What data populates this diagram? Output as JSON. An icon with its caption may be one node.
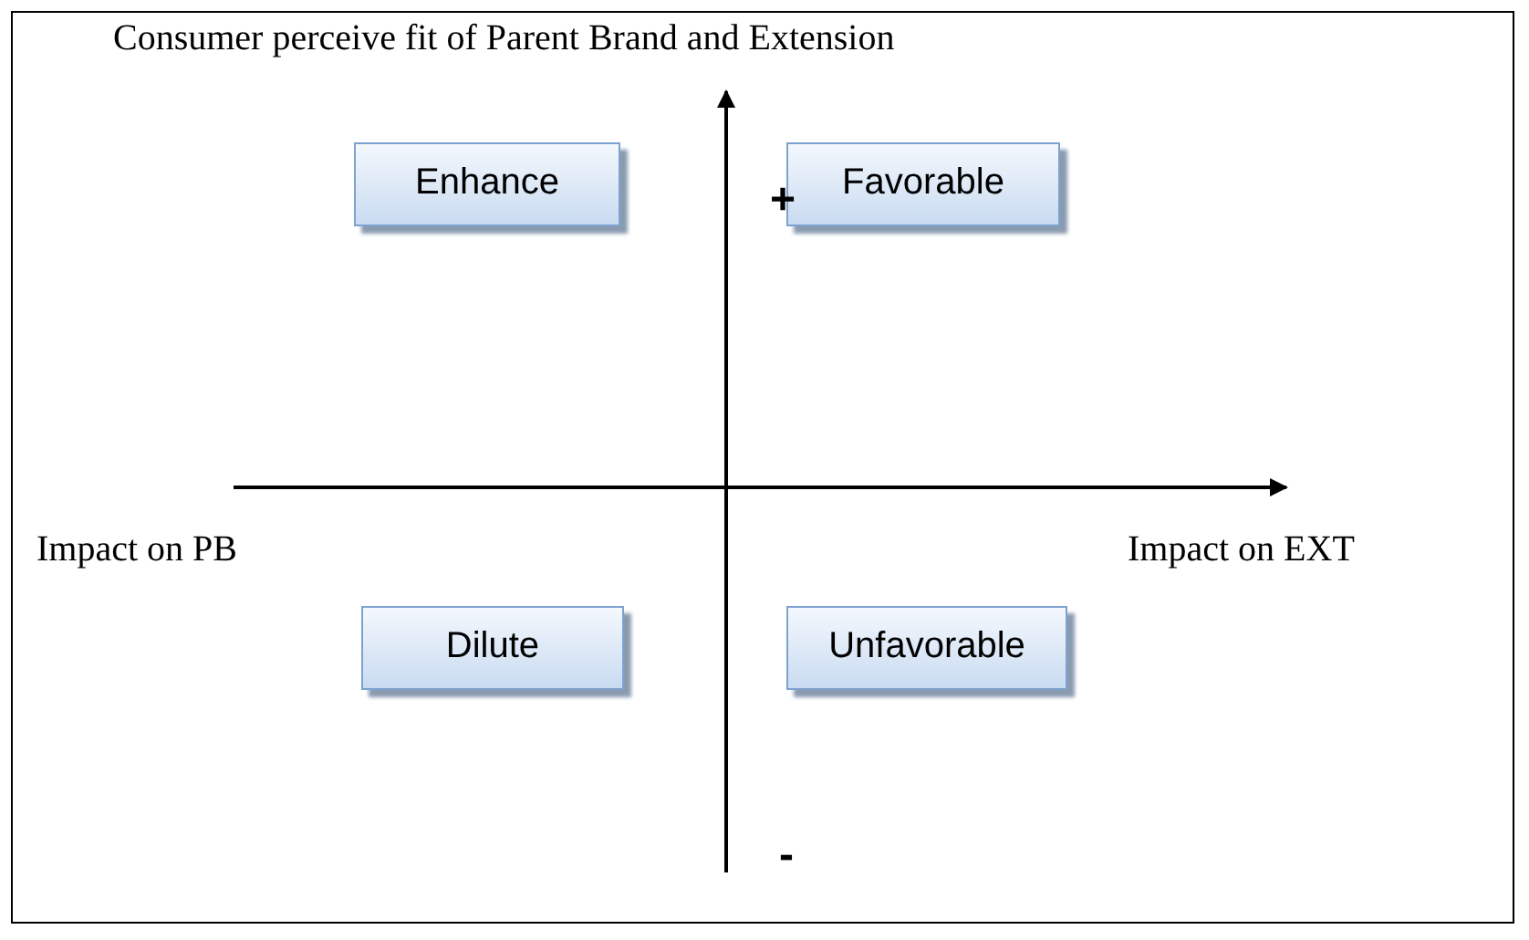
{
  "diagram": {
    "title": "Consumer perceive fit of Parent Brand and Extension",
    "nodes": [
      {
        "text": [
          "Enhance"
        ]
      },
      {
        "text": [
          "Favorable"
        ]
      },
      {
        "text": [
          "Dilute"
        ]
      },
      {
        "text": [
          "Unfavorable"
        ]
      }
    ],
    "labels": [
      "+",
      "Impact on PB",
      "Impact on EXT",
      "-"
    ]
  }
}
